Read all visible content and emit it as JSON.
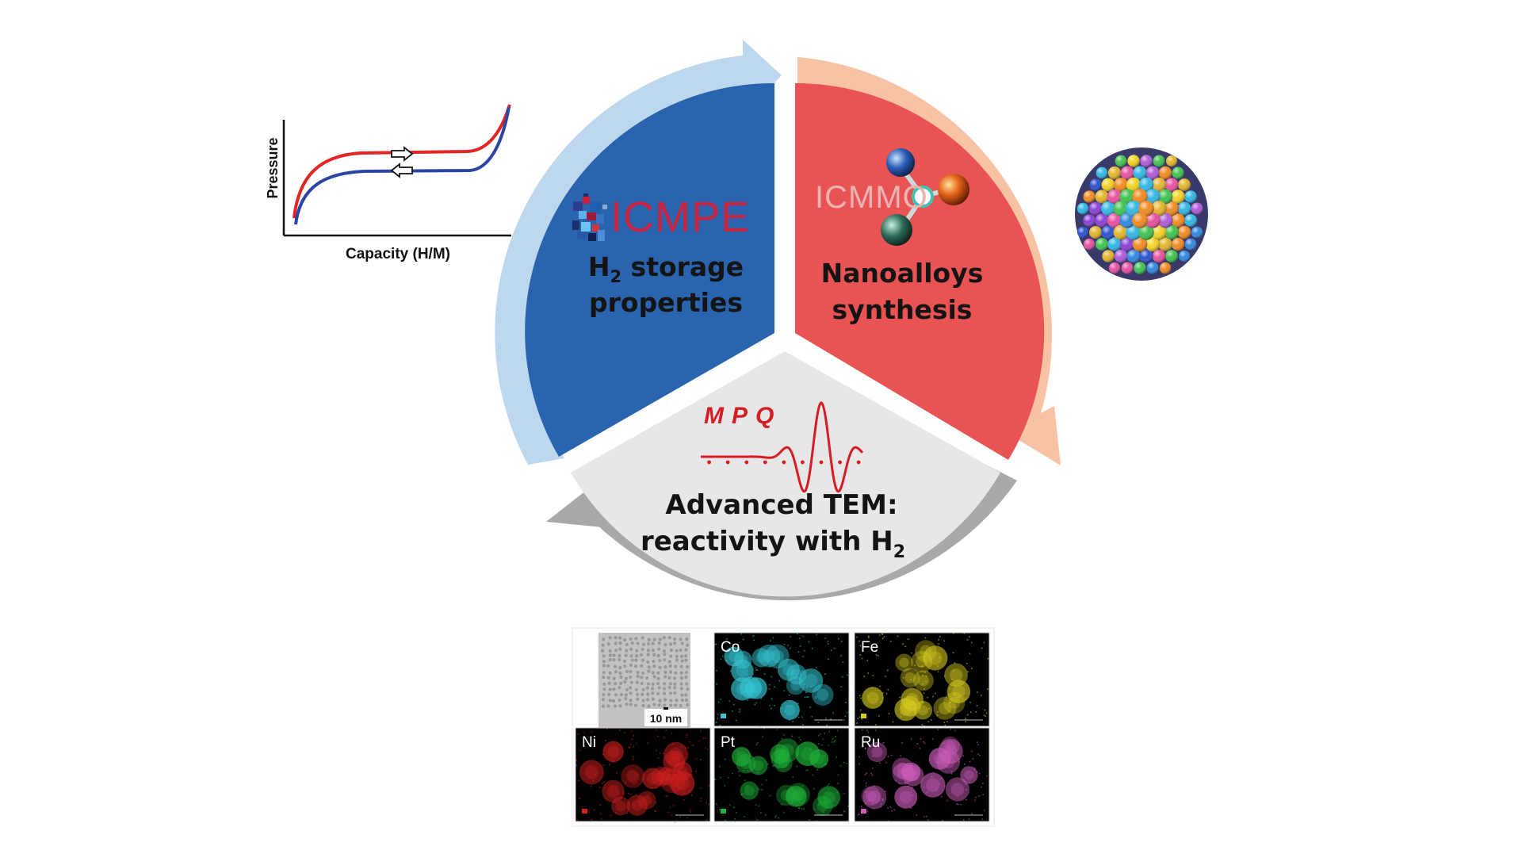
{
  "segments": {
    "blue": {
      "line1_main": "H",
      "line1_sub": "2",
      "line1_rest": " storage",
      "line2": "properties",
      "color": "#2a63ae"
    },
    "red": {
      "line1": "Nanoalloys",
      "line2": "synthesis",
      "color": "#e95353"
    },
    "grey": {
      "line1": "Advanced TEM:",
      "line2_main": "reactivity with H",
      "line2_sub": "2",
      "color": "#e7e7e8"
    }
  },
  "logos": {
    "icmpe": "ICMPE",
    "icmmo": "ICMMO",
    "mpq": "MPQ"
  },
  "arrows": {
    "light_blue": "#bcd7ee",
    "peach": "#f7c3a4",
    "grey": "#a9a9a9"
  },
  "isotherm": {
    "ylabel": "Pressure",
    "xlabel": "Capacity (H/M)",
    "series": [
      {
        "color": "#e52424"
      },
      {
        "color": "#2b45a5"
      }
    ]
  },
  "tem_panels": {
    "scale_bar": "10 nm",
    "maps": [
      {
        "label": "Co",
        "color": "#35c6d2"
      },
      {
        "label": "Fe",
        "color": "#d8cc20"
      },
      {
        "label": "Ni",
        "color": "#d42020"
      },
      {
        "label": "Pt",
        "color": "#1fb13a"
      },
      {
        "label": "Ru",
        "color": "#cc5dbb"
      }
    ]
  }
}
